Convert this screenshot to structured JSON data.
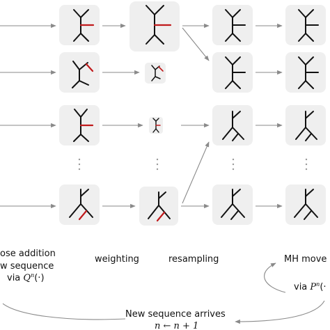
{
  "labels": {
    "propose_line1": "ose addition",
    "propose_line2": "w sequence",
    "propose_line3_prefix": "via ",
    "propose_line3_math": "Q",
    "propose_line3_sup": "n",
    "propose_line3_suffix": "(·)",
    "weighting": "weighting",
    "resampling": "resampling",
    "mh_move": "MH move",
    "mh_via_prefix": "via ",
    "mh_via_math": "P",
    "mh_via_sup": "n",
    "mh_via_suffix": "(·",
    "new_sequence": "New sequence arrives",
    "update_rule": "n ← n + 1"
  },
  "colors": {
    "tile_bg": "#efefef",
    "tree_edge": "#111111",
    "new_edge": "#c0191b",
    "arrow": "#8a8a8a"
  },
  "columns": [
    "propose",
    "weighting",
    "resampling",
    "mh-move"
  ]
}
